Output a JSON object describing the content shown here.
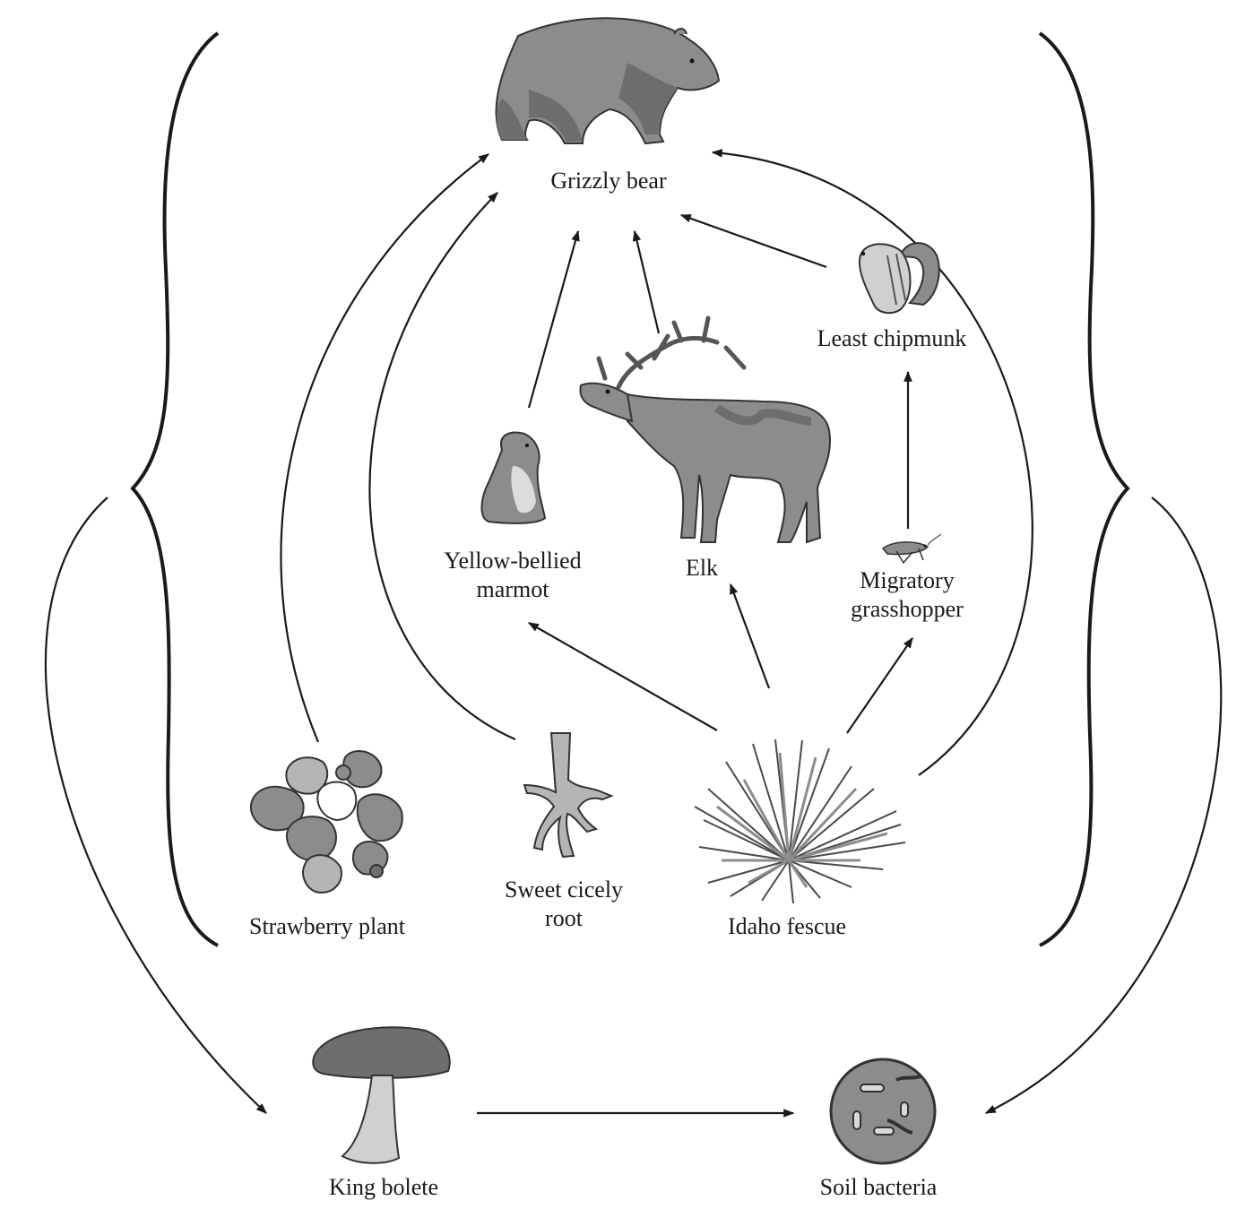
{
  "organisms": {
    "grizzly_bear": {
      "label": "Grizzly bear",
      "icon": "grizzly-bear-icon"
    },
    "least_chipmunk": {
      "label": "Least chipmunk",
      "icon": "chipmunk-icon"
    },
    "elk": {
      "label": "Elk",
      "icon": "elk-icon"
    },
    "marmot": {
      "label_line1": "Yellow-bellied",
      "label_line2": "marmot",
      "icon": "marmot-icon"
    },
    "grasshopper": {
      "label_line1": "Migratory",
      "label_line2": "grasshopper",
      "icon": "grasshopper-icon"
    },
    "strawberry": {
      "label": "Strawberry plant",
      "icon": "strawberry-plant-icon"
    },
    "sweet_cicely": {
      "label_line1": "Sweet cicely",
      "label_line2": "root",
      "icon": "root-icon"
    },
    "fescue": {
      "label": "Idaho fescue",
      "icon": "grass-tuft-icon"
    },
    "king_bolete": {
      "label": "King bolete",
      "icon": "mushroom-icon"
    },
    "soil_bacteria": {
      "label": "Soil bacteria",
      "icon": "bacteria-icon"
    }
  },
  "colors": {
    "ink": "#1a1a1a",
    "fill_dark": "#6e6e6e",
    "fill_mid": "#8c8c8c",
    "fill_light": "#b5b5b5",
    "fill_pale": "#d9d9d9"
  }
}
